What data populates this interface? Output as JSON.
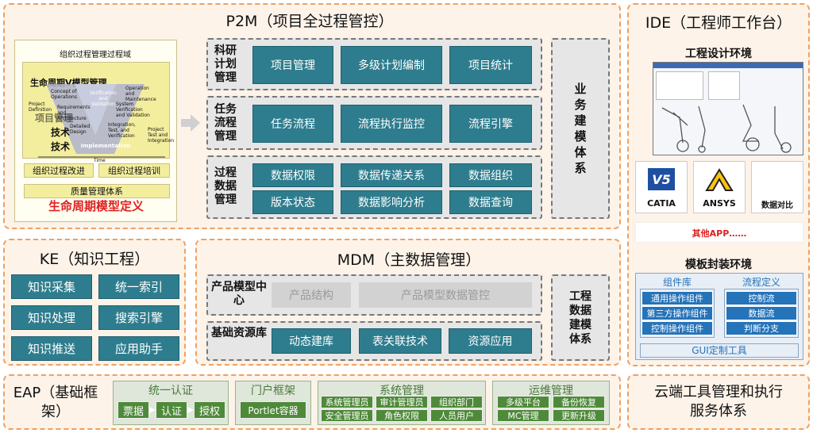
{
  "p2m": {
    "title": "P2M（项目全过程管控）",
    "lifecycle": {
      "domain": "组织过程管理过程域",
      "vmodel_title": "生命周期V模型管理",
      "v_left": [
        "Concept of Operations",
        "Requirements and Architecture",
        "Detailed Design"
      ],
      "v_right": [
        "Operation and Maintenance",
        "System Verification and Validation",
        "Integration, Test, and Verification"
      ],
      "v_verif": "Verification and Validation",
      "v_impl": "Implementation",
      "v_time": "Time",
      "v_project_def": "Project Definition",
      "v_project_test": "Project Test and Integration",
      "side_items": [
        "项目管理",
        "技术",
        "技术"
      ],
      "buttons": [
        "组织过程改进",
        "组织过程培训"
      ],
      "quality": "质量管理体系",
      "caption": "生命周期模型定义"
    },
    "rows": [
      {
        "label": "科研计划管理",
        "items": [
          "项目管理",
          "多级计划编制",
          "项目统计"
        ]
      },
      {
        "label": "任务流程管理",
        "items": [
          "任务流程",
          "流程执行监控",
          "流程引擎"
        ]
      },
      {
        "label": "过程数据管理",
        "items": [
          "数据权限",
          "数据传递关系",
          "数据组织",
          "版本状态",
          "数据影响分析",
          "数据查询"
        ]
      }
    ],
    "side": "业务建模体系"
  },
  "ide": {
    "title": "IDE（工程师工作台）",
    "design_env": "工程设计环境",
    "apps": [
      "CATIA",
      "ANSYS",
      "数据对比"
    ],
    "other_app": "其他APP……",
    "template_env": "模板封装环境",
    "component_lib": {
      "title": "组件库",
      "items": [
        "通用操作组件",
        "第三方操作组件",
        "控制操作组件"
      ]
    },
    "flow_def": {
      "title": "流程定义",
      "items": [
        "控制流",
        "数据流",
        "判断分支"
      ]
    },
    "gui": "GUI定制工具"
  },
  "ke": {
    "title": "KE（知识工程）",
    "items": [
      "知识采集",
      "统一索引",
      "知识处理",
      "搜索引擎",
      "知识推送",
      "应用助手"
    ]
  },
  "mdm": {
    "title": "MDM（主数据管理）",
    "rows": [
      {
        "label": "产品模型中心",
        "items": [
          "产品结构",
          "产品模型数据管控"
        ]
      },
      {
        "label": "基础资源库",
        "items": [
          "动态建库",
          "表关联技术",
          "资源应用"
        ]
      }
    ],
    "side": "工程数据建模体系"
  },
  "eap": {
    "title": "EAP（基础框架）",
    "groups": [
      {
        "title": "统一认证",
        "items": [
          "票据",
          "认证",
          "授权"
        ]
      },
      {
        "title": "门户框架",
        "items": [
          "Portlet容器"
        ]
      },
      {
        "title": "系统管理",
        "items": [
          "系统管理员",
          "审计管理员",
          "组织部门",
          "安全管理员",
          "角色权限",
          "人员用户"
        ]
      },
      {
        "title": "运维管理",
        "items": [
          "多级平台",
          "备份恢复",
          "MC管理",
          "更新升级"
        ]
      }
    ]
  },
  "cloud": {
    "title": "云端工具管理和执行服务体系"
  },
  "colors": {
    "panel_border": "#f0a060",
    "panel_bg": "#fdf3e9",
    "teal": "#2e7d8e",
    "green": "#4f8a3a",
    "blue": "#2573b9",
    "red": "#e02020"
  }
}
